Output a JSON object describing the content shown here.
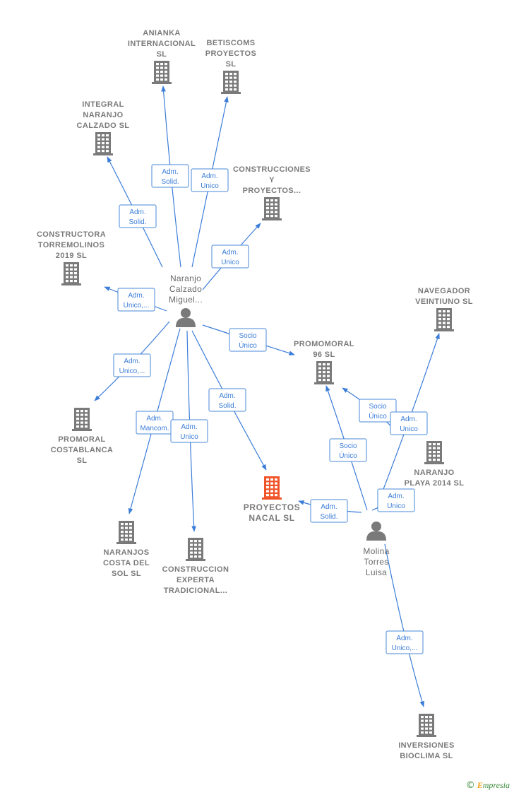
{
  "colors": {
    "edge": "#3b7dd8",
    "building": "#7a7a7a",
    "building_focus": "#f0552a",
    "person": "#7a7a7a"
  },
  "companies": [
    {
      "id": "anianka",
      "lines": [
        "ANIANKA",
        "INTERNACIONAL",
        "SL"
      ],
      "icon": "building-icon"
    },
    {
      "id": "betiscoms",
      "lines": [
        "BETISCOMS",
        "PROYECTOS",
        "SL"
      ],
      "icon": "building-icon"
    },
    {
      "id": "integral",
      "lines": [
        "INTEGRAL",
        "NARANJO",
        "CALZADO  SL"
      ],
      "icon": "building-icon"
    },
    {
      "id": "construcciones_y",
      "lines": [
        "CONSTRUCCIONES",
        "Y",
        "PROYECTOS..."
      ],
      "icon": "building-icon"
    },
    {
      "id": "torremolinos",
      "lines": [
        "CONSTRUCTORA",
        "TORREMOLINOS",
        "2019  SL"
      ],
      "icon": "building-icon"
    },
    {
      "id": "navegador",
      "lines": [
        "NAVEGADOR",
        "VEINTIUNO SL"
      ],
      "icon": "building-icon"
    },
    {
      "id": "promoral96",
      "lines": [
        "PROMOMORAL",
        "96 SL"
      ],
      "icon": "building-icon"
    },
    {
      "id": "naranjo_playa",
      "lines": [
        "NARANJO",
        "PLAYA 2014  SL"
      ],
      "icon": "building-icon"
    },
    {
      "id": "promoral_costa",
      "lines": [
        "PROMORAL",
        "COSTABLANCA",
        "SL"
      ],
      "icon": "building-icon"
    },
    {
      "id": "proyectos_nacal",
      "lines": [
        "PROYECTOS",
        "NACAL  SL"
      ],
      "icon": "building-icon",
      "focus": true
    },
    {
      "id": "naranjos_costa",
      "lines": [
        "NARANJOS",
        "COSTA DEL",
        "SOL  SL"
      ],
      "icon": "building-icon"
    },
    {
      "id": "construccion_experta",
      "lines": [
        "CONSTRUCCION",
        "EXPERTA",
        "TRADICIONAL..."
      ],
      "icon": "building-icon"
    },
    {
      "id": "inversiones",
      "lines": [
        "INVERSIONES",
        "BIOCLIMA  SL"
      ],
      "icon": "building-icon"
    }
  ],
  "people": [
    {
      "id": "naranjo",
      "lines": [
        "Naranjo",
        "Calzado",
        "Miguel..."
      ],
      "icon": "person-icon"
    },
    {
      "id": "molina",
      "lines": [
        "Molina",
        "Torres",
        "Luisa"
      ],
      "icon": "person-icon"
    }
  ],
  "relations": [
    {
      "from": "naranjo",
      "to": "anianka",
      "label": [
        "Adm.",
        "Solid."
      ]
    },
    {
      "from": "naranjo",
      "to": "betiscoms",
      "label": [
        "Adm.",
        "Unico"
      ]
    },
    {
      "from": "naranjo",
      "to": "integral",
      "label": [
        "Adm.",
        "Solid."
      ]
    },
    {
      "from": "naranjo",
      "to": "construcciones_y",
      "label": [
        "Adm.",
        "Unico"
      ]
    },
    {
      "from": "naranjo",
      "to": "torremolinos",
      "label": [
        "Adm.",
        "Unico,..."
      ]
    },
    {
      "from": "naranjo",
      "to": "promoral96",
      "label": [
        "Socio",
        "Único"
      ]
    },
    {
      "from": "naranjo",
      "to": "promoral_costa",
      "label": [
        "Adm.",
        "Unico,..."
      ]
    },
    {
      "from": "naranjo",
      "to": "naranjos_costa",
      "label": [
        "Adm.",
        "Mancom."
      ]
    },
    {
      "from": "naranjo",
      "to": "construccion_experta",
      "label": [
        "Adm.",
        "Unico"
      ]
    },
    {
      "from": "naranjo",
      "to": "proyectos_nacal",
      "label": [
        "Adm.",
        "Solid."
      ]
    },
    {
      "from": "molina",
      "to": "promoral96",
      "label": [
        "Socio",
        "Único"
      ]
    },
    {
      "from": "molina",
      "to": "promoral96",
      "label": [
        "Socio",
        "Único"
      ]
    },
    {
      "from": "molina",
      "to": "navegador",
      "label": [
        "Adm.",
        "Unico"
      ]
    },
    {
      "from": "molina",
      "to": "naranjo_playa",
      "label": [
        "Adm.",
        "Unico"
      ]
    },
    {
      "from": "molina",
      "to": "proyectos_nacal",
      "label": [
        "Adm.",
        "Solid."
      ]
    },
    {
      "from": "molina",
      "to": "inversiones",
      "label": [
        "Adm.",
        "Unico,..."
      ]
    }
  ],
  "footer": {
    "copyright": "©",
    "brand_first": "E",
    "brand_rest": "mpresia"
  }
}
